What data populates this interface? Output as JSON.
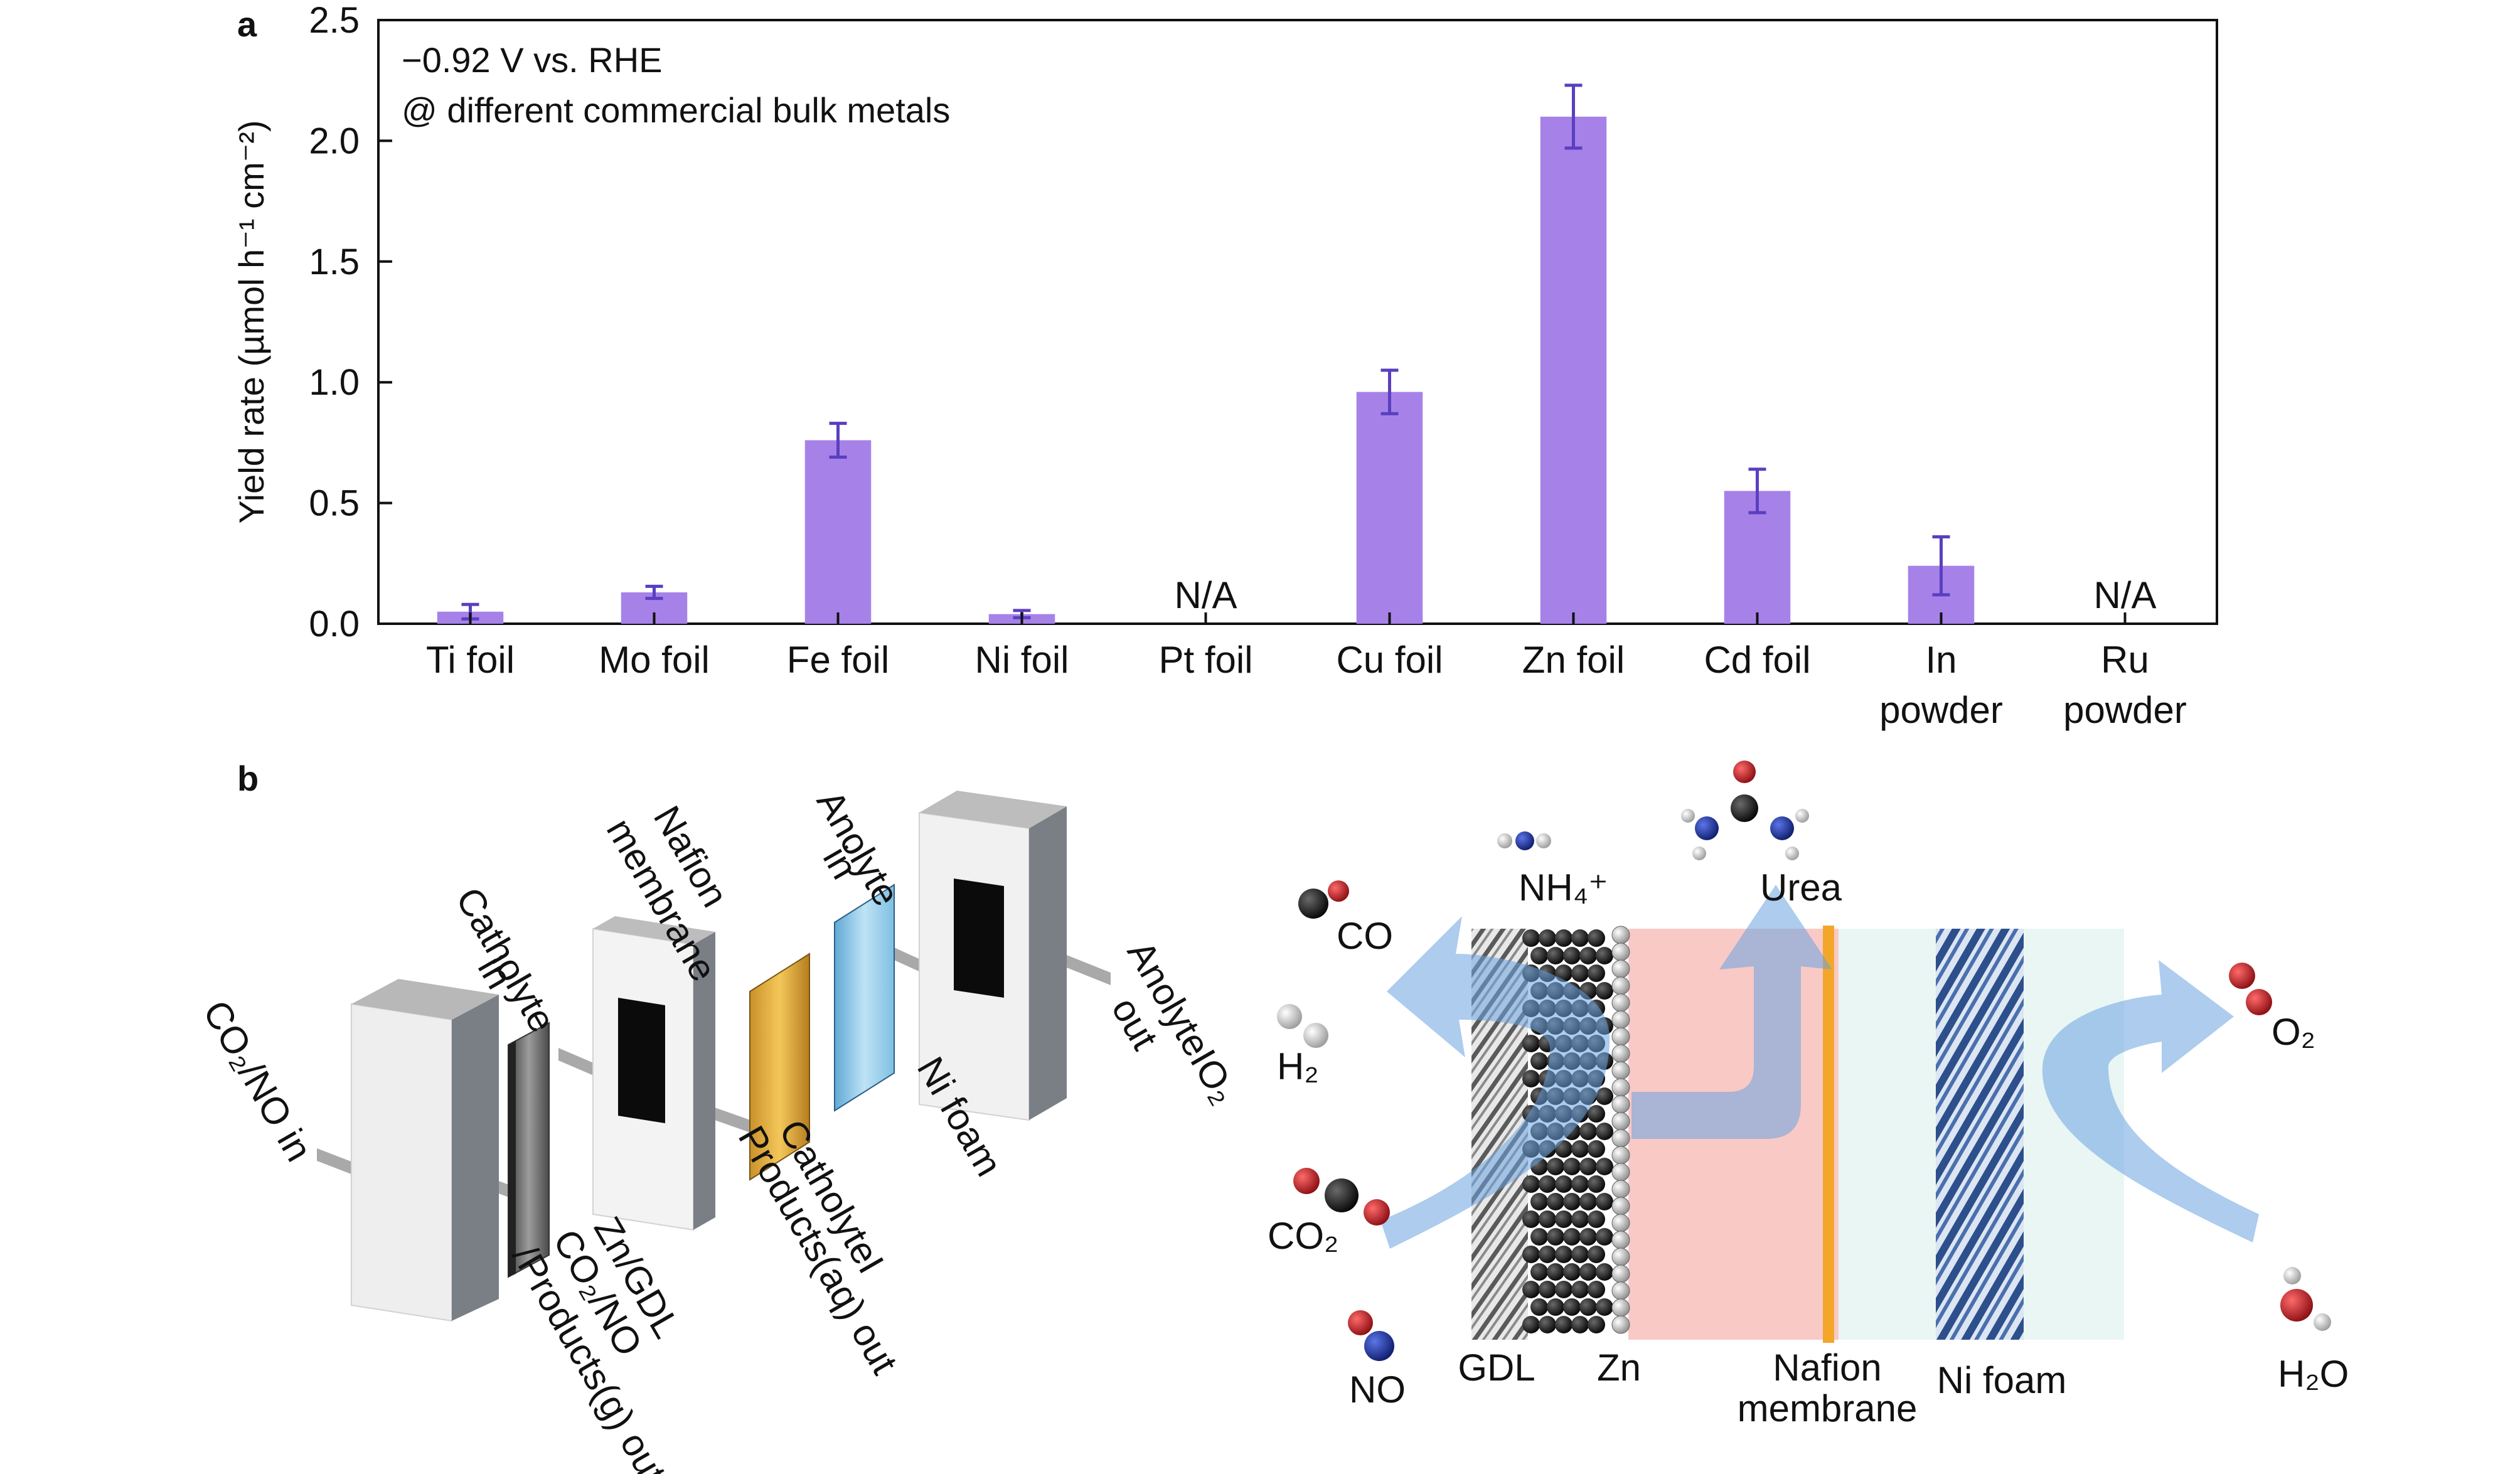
{
  "panel_a": {
    "letter": "a"
  },
  "panel_b": {
    "letter": "b"
  },
  "chart_data": {
    "type": "bar",
    "title": "",
    "annotation_lines": [
      "−0.92 V vs. RHE",
      "@ different commercial bulk metals"
    ],
    "xlabel": "",
    "ylabel": "Yield rate (µmol h⁻¹ cm⁻²)",
    "ylim": [
      0,
      2.5
    ],
    "yticks": [
      "0.0",
      "0.5",
      "1.0",
      "1.5",
      "2.0",
      "2.5"
    ],
    "grid": false,
    "bar_color": "#a682e8",
    "error_color": "#5a3fc0",
    "categories": [
      [
        "Ti foil"
      ],
      [
        "Mo foil"
      ],
      [
        "Fe foil"
      ],
      [
        "Ni foil"
      ],
      [
        "Pt foil"
      ],
      [
        "Cu foil"
      ],
      [
        "Zn foil"
      ],
      [
        "Cd foil"
      ],
      [
        "In",
        "powder"
      ],
      [
        "Ru",
        "powder"
      ]
    ],
    "values": [
      0.05,
      0.13,
      0.76,
      0.04,
      null,
      0.96,
      2.1,
      0.55,
      0.24,
      null
    ],
    "errors": [
      0.03,
      0.025,
      0.07,
      0.015,
      null,
      0.09,
      0.13,
      0.09,
      0.12,
      null
    ],
    "missing_label": "N/A"
  },
  "cell_labels": {
    "co2no_in": "CO₂/NO in",
    "catholyte_in": [
      "Catholyte",
      "in"
    ],
    "nafion": [
      "Nafion",
      "membrane"
    ],
    "anolyte_in": [
      "Anolyte",
      "in"
    ],
    "anolyte_out": [
      "AnolyteIO₂",
      "out"
    ],
    "ni_foam": "Ni foam",
    "catholyte_out": [
      "CatholyteI",
      "Products(aq) out"
    ],
    "zn_gdl": "Zn/GDL",
    "co2no_out": [
      "CO₂/NO",
      "/Products(g) out"
    ]
  },
  "schematic_labels": {
    "co": "CO",
    "h2": "H₂",
    "co2": "CO₂",
    "no": "NO",
    "nh4": "NH₄⁺",
    "urea": "Urea",
    "o2": "O₂",
    "h2o": "H₂O",
    "gdl": "GDL",
    "zn": "Zn",
    "nafion": [
      "Nafion",
      "membrane"
    ],
    "ni_foam": "Ni foam"
  },
  "colors": {
    "electrolyte_pink": "#f9c9c6",
    "anolyte_pale": "#e9f6f4",
    "membrane_orange": "#f2a72a",
    "flow_arrow": "#6aa3e0",
    "ni_foam": "#2d4f8c",
    "oxygen_atom": "#b0141a",
    "nitrogen_atom": "#1a2d8f",
    "carbon_atom": "#141414"
  }
}
